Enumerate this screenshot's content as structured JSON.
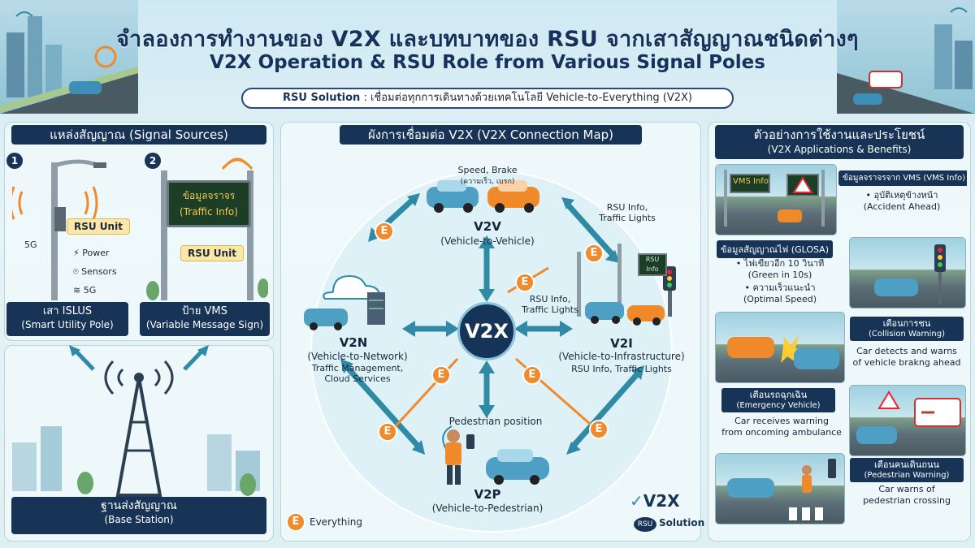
{
  "header": {
    "title_th": "จำลองการทำงานของ V2X และบทบาทของ RSU จากเสาสัญญาณชนิดต่างๆ",
    "title_en": "V2X Operation & RSU Role from Various Signal Poles",
    "banner_label": "RSU Solution",
    "banner_sep": " : ",
    "banner_text": "เชื่อมต่อทุกการเดินทางด้วยเทคโนโลยี Vehicle-to-Everything (V2X)"
  },
  "left": {
    "heading": "แหล่งสัญญาณ (Signal Sources)",
    "pole1": {
      "num": "1",
      "rsu": "RSU Unit",
      "g5": "5G",
      "features": [
        "Power",
        "Sensors",
        "5G"
      ],
      "name_th": "เสา ISLUS",
      "name_en": "(Smart Utility Pole)"
    },
    "pole2": {
      "num": "2",
      "sign_line1": "ข้อมูลจราจร",
      "sign_line2": "(Traffic Info)",
      "rsu": "RSU Unit",
      "name_th": "ป้าย VMS",
      "name_en": "(Variable Message Sign)"
    },
    "base": {
      "name_th": "ฐานส่งสัญญาณ",
      "name_en": "(Base Station)"
    }
  },
  "center": {
    "heading": "ผังการเชื่อมต่อ V2X (V2X Connection Map)",
    "core": "V2X",
    "v2v": {
      "label": "Speed, Brake",
      "label_th": "(ความเร็ว, เบรก)",
      "title": "V2V",
      "sub": "(Vehicle-to-Vehicle)"
    },
    "v2i": {
      "rsu_box": "RSU Info",
      "top_label1": "RSU Info,",
      "top_label2": "Traffic Lights",
      "mid_label1": "RSU Info,",
      "mid_label2": "Traffic Lights",
      "title": "V2I",
      "sub": "(Vehicle-to-Infrastructure)",
      "desc": "RSU Info, Traffic Lights"
    },
    "v2n": {
      "title": "V2N",
      "sub": "(Vehicle-to-Network)",
      "desc1": "Traffic Management,",
      "desc2": "Cloud Services"
    },
    "v2p": {
      "label": "Pedestrian position",
      "title": "V2P",
      "sub": "(Vehicle-to-Pedestrian)"
    },
    "legend_badge": "E",
    "legend_text": "Everything",
    "logo": "V2X",
    "logo_rsu": "RSU",
    "logo_solution": "Solution"
  },
  "right": {
    "heading_th": "ตัวอย่างการใช้งานและประโยชน์",
    "heading_en": "(V2X Applications & Benefits)",
    "cards": [
      {
        "tag": "ข้อมูลจราจรจาก VMS (VMS Info)",
        "sign": "VMS Info",
        "line1": "• อุบัติเหตุข้างหน้า",
        "line2": "(Accident Ahead)"
      },
      {
        "tag": "ข้อมูลสัญญาณไฟ (GLOSA)",
        "line1": "• ไฟเขียวอีก 10 วินาที",
        "line2": "(Green in 10s)",
        "line3": "• ความเร็วแนะนำ",
        "line4": "(Optimal Speed)"
      },
      {
        "tag": "เตือนการชน",
        "tag_en": "(Collision Warning)",
        "line1": "Car detects and warns",
        "line2": "of vehicle brakng ahead"
      },
      {
        "tag": "เตือนรถฉุกเฉิน",
        "tag_en": "(Emergency Vehicle)",
        "line1": "Car receives warning",
        "line2": "from oncoming ambulance"
      },
      {
        "tag": "เตือนคนเดินถนน",
        "tag_en": "(Pedestrian Warning)",
        "line1": "Car warns of",
        "line2": "pedestrian crossing"
      }
    ]
  },
  "colors": {
    "navy": "#173456",
    "orange": "#f08a2a",
    "teal": "#2f8aa6",
    "rsu_yellow": "#fbe7a9"
  }
}
